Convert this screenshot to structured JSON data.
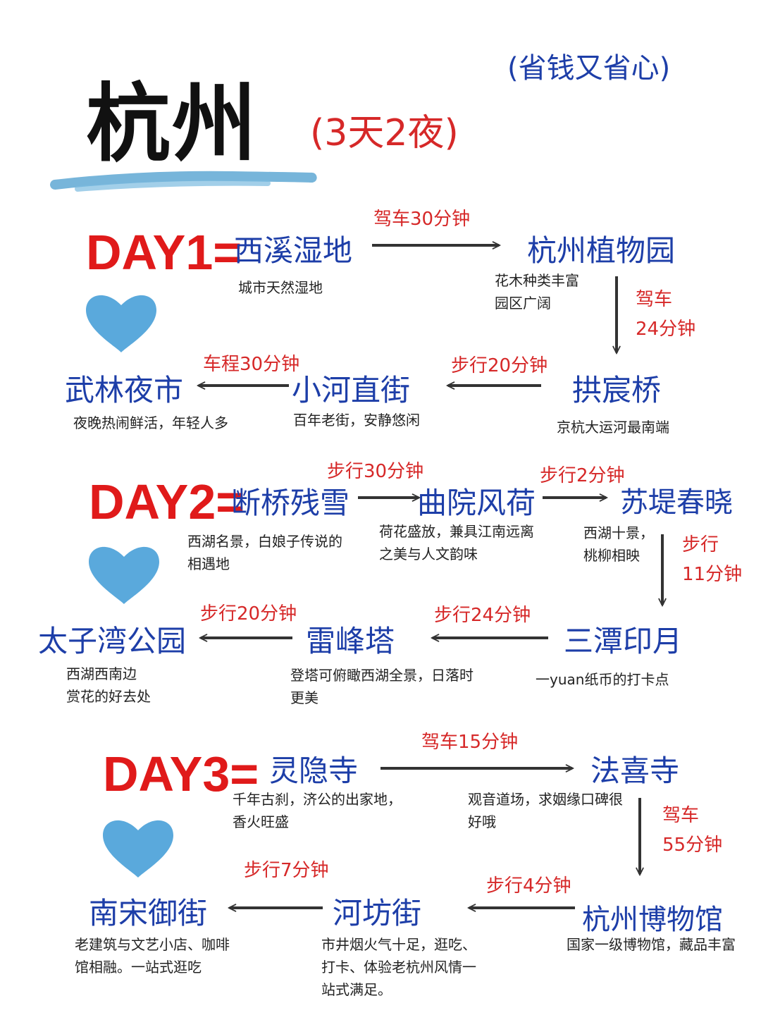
{
  "header": {
    "title": "杭州",
    "duration": "(3天2夜)",
    "tagline": "(省钱又省心)"
  },
  "colors": {
    "place": "#1d3ea8",
    "transit": "#d62828",
    "day": "#e01a1a",
    "heart": "#5aa9dc",
    "brush": "#5fa8d3"
  },
  "days": [
    {
      "label": "DAY1=",
      "places": [
        {
          "name": "西溪湿地",
          "note": "城市天然湿地"
        },
        {
          "name": "杭州植物园",
          "note": "花木种类丰富\n园区广阔"
        },
        {
          "name": "拱宸桥",
          "note": "京杭大运河最南端"
        },
        {
          "name": "小河直街",
          "note": "百年老街，安静悠闲"
        },
        {
          "name": "武林夜市",
          "note": "夜晚热闹鲜活，年轻人多"
        }
      ],
      "transits": [
        "驾车30分钟",
        "驾车\n24分钟",
        "步行20分钟",
        "车程30分钟"
      ]
    },
    {
      "label": "DAY2=",
      "places": [
        {
          "name": "断桥残雪",
          "note": "西湖名景，白娘子传说的相遇地"
        },
        {
          "name": "曲院风荷",
          "note": "荷花盛放，兼具江南远离之美与人文韵味"
        },
        {
          "name": "苏堤春晓",
          "note": "西湖十景，\n桃柳相映"
        },
        {
          "name": "三潭印月",
          "note": "一yuan纸币的打卡点"
        },
        {
          "name": "雷峰塔",
          "note": "登塔可俯瞰西湖全景，日落时更美"
        },
        {
          "name": "太子湾公园",
          "note": "西湖西南边\n赏花的好去处"
        }
      ],
      "transits": [
        "步行30分钟",
        "步行2分钟",
        "步行\n11分钟",
        "步行24分钟",
        "步行20分钟"
      ]
    },
    {
      "label": "DAY3=",
      "places": [
        {
          "name": "灵隐寺",
          "note": "千年古刹，济公的出家地，香火旺盛"
        },
        {
          "name": "法喜寺",
          "note": "观音道场，求姻缘口碑很好哦"
        },
        {
          "name": "杭州博物馆",
          "note": "国家一级博物馆，藏品丰富"
        },
        {
          "name": "河坊街",
          "note": "市井烟火气十足，逛吃、打卡、体验老杭州风情一站式满足。"
        },
        {
          "name": "南宋御街",
          "note": "老建筑与文艺小店、咖啡馆相融。一站式逛吃"
        }
      ],
      "transits": [
        "驾车15分钟",
        "驾车\n55分钟",
        "步行4分钟",
        "步行7分钟"
      ]
    }
  ]
}
